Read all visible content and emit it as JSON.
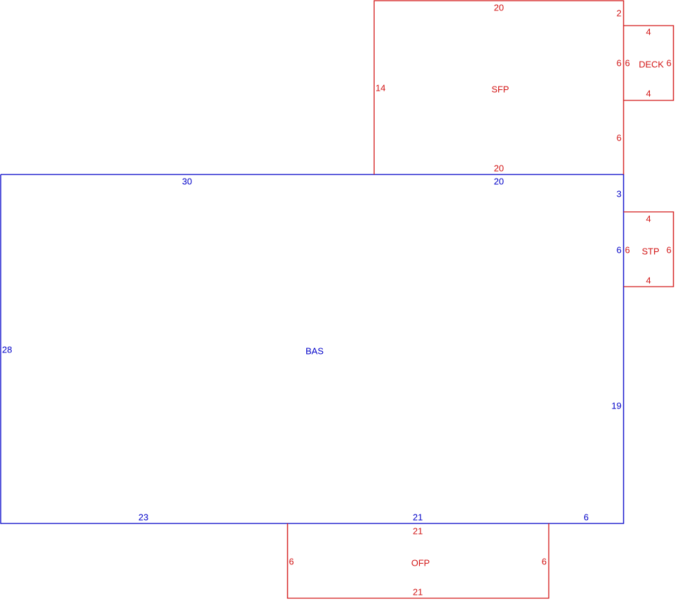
{
  "colors": {
    "main_area": "#0000c8",
    "addition_area": "#d21414"
  },
  "areas": {
    "bas": {
      "label": "BAS",
      "dimensions": {
        "top_left": "30",
        "top_right": "20",
        "right_upper": "3",
        "right_mid": "6",
        "right_lower": "19",
        "left": "28",
        "bottom_left": "23",
        "bottom_mid": "21",
        "bottom_right": "6"
      }
    },
    "sfp": {
      "label": "SFP",
      "dimensions": {
        "top": "20",
        "bottom": "20",
        "left": "14",
        "right_top": "2",
        "right_mid": "6",
        "right_bottom": "6"
      }
    },
    "deck": {
      "label": "DECK",
      "dimensions": {
        "top": "4",
        "bottom": "4",
        "left": "6",
        "right": "6"
      }
    },
    "stp": {
      "label": "STP",
      "dimensions": {
        "top": "4",
        "bottom": "4",
        "left": "6",
        "right": "6"
      }
    },
    "ofp": {
      "label": "OFP",
      "dimensions": {
        "top": "21",
        "bottom": "21",
        "left": "6",
        "right": "6"
      }
    }
  }
}
